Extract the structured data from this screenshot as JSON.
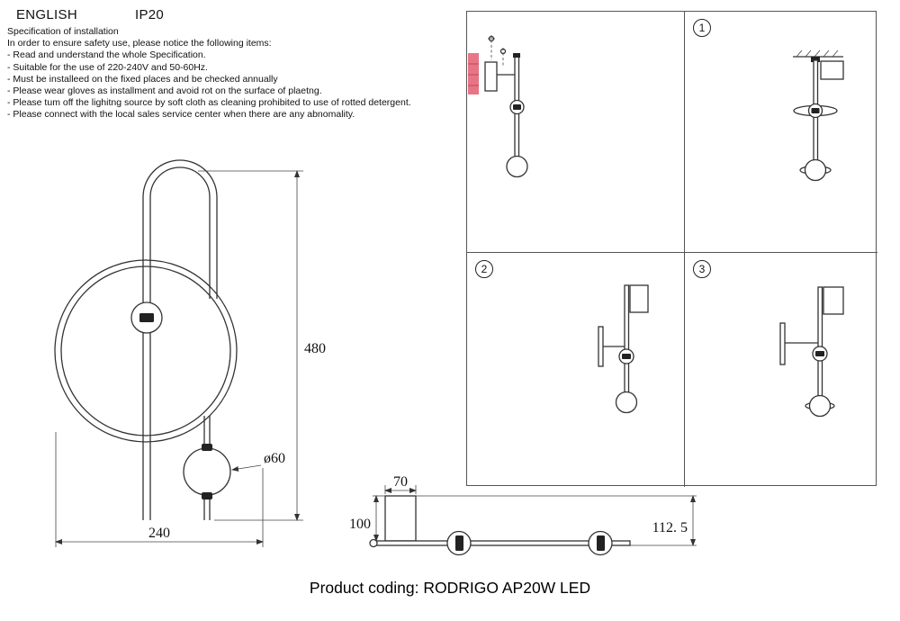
{
  "header": {
    "language": "ENGLISH",
    "ip_rating": "IP20"
  },
  "spec": {
    "title": "Specification of installation",
    "intro": "In order to ensure safety use, please notice the following items:",
    "items": [
      "- Read and understand the whole Specification.",
      "- Suitable for the use of 220-240V and 50-60Hz.",
      "- Must be installeed on the fixed places and be checked annually",
      "- Please wear gloves as installment and avoid rot on the surface of plaetng.",
      "- Please tum off the lighitng source by soft cloth as cleaning prohibited to use of rotted detergent.",
      "- Please connect with the local sales service center when there are any abnomality."
    ]
  },
  "front_view": {
    "height_dim": "480",
    "width_dim": "240",
    "sphere_diameter_dim": "ø60"
  },
  "side_view": {
    "bracket_width_dim": "70",
    "bracket_height_dim": "100",
    "depth_dim": "112. 5"
  },
  "steps": [
    {
      "label": "1"
    },
    {
      "label": "2"
    },
    {
      "label": "3"
    }
  ],
  "footer": {
    "product_coding": "Product coding: RODRIGO AP20W LED"
  },
  "colors": {
    "line": "#333333",
    "highlight": "#e87585"
  }
}
